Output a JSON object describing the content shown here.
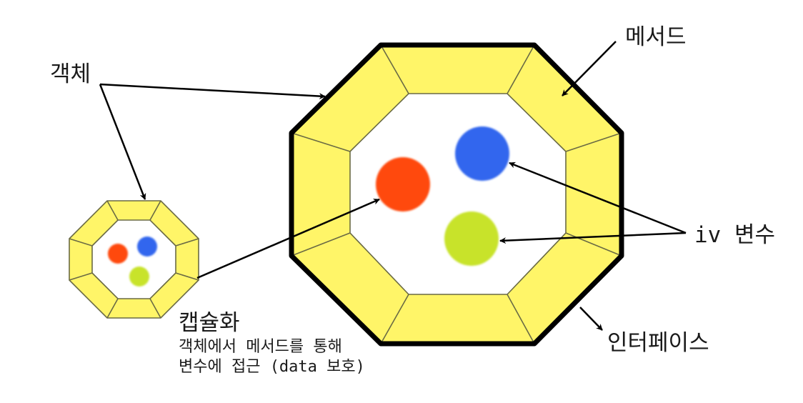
{
  "labels": {
    "object": "객체",
    "method": "메서드",
    "iv": "iv 변수",
    "interface": "인터페이스",
    "encapsulation": "캡슐화",
    "desc_line1": "객체에서 메서드를 통해",
    "desc_line2": "변수에 접근 (data 보호)"
  },
  "colors": {
    "frame_fill": "#fff568",
    "frame_stroke": "#6a6a44",
    "outline": "#000000",
    "inner": "#ffffff",
    "dot_red": "#ff4a0e",
    "dot_blue": "#3366ee",
    "dot_green": "#c8e32c"
  }
}
